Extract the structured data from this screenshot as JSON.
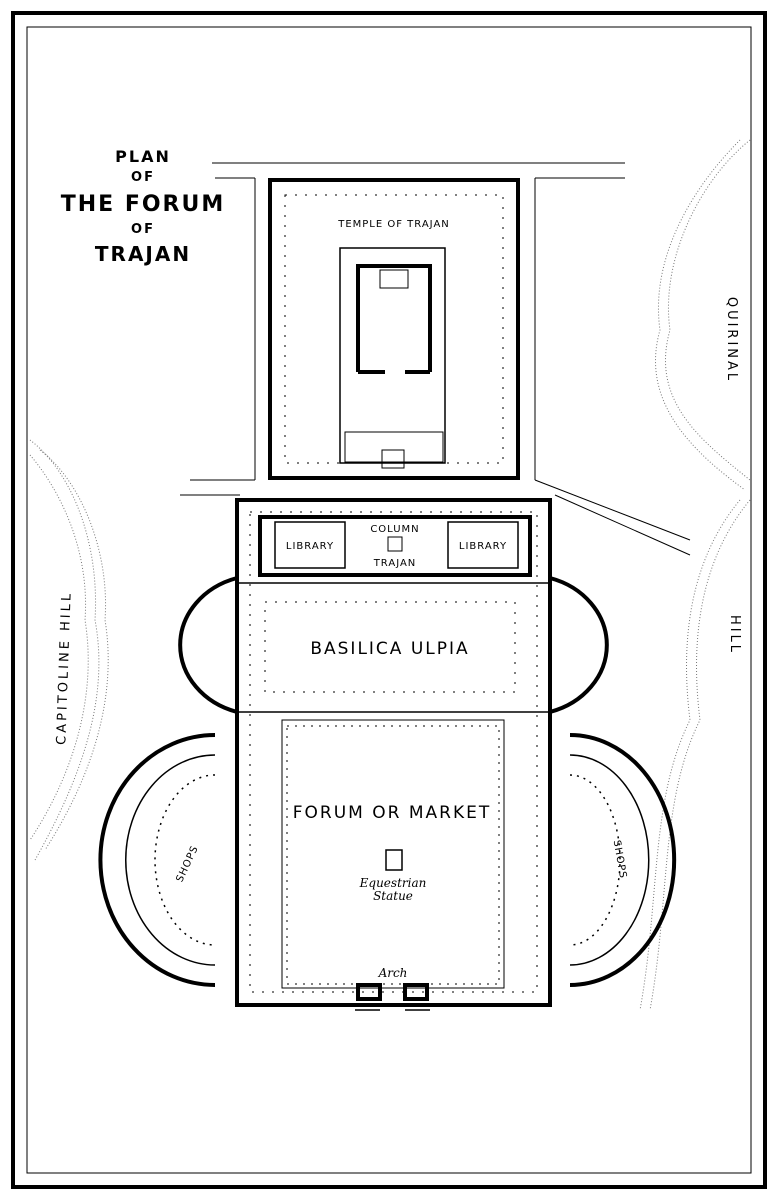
{
  "title": {
    "line1": "PLAN",
    "line2": "OF",
    "line3": "THE FORUM",
    "line4": "OF",
    "line5": "TRAJAN"
  },
  "labels": {
    "temple": "TEMPLE OF TRAJAN",
    "library_left": "LIBRARY",
    "library_right": "LIBRARY",
    "column": "COLUMN",
    "column_name": "TRAJAN",
    "basilica": "BASILICA ULPIA",
    "forum": "FORUM OR MARKET",
    "statue_line1": "Equestrian",
    "statue_line2": "Statue",
    "arch": "Arch",
    "shops_left": "SHOPS",
    "shops_right": "SHOPS"
  },
  "hills": {
    "capitoline": "CAPITOLINE HILL",
    "quirinal": "QUIRINAL",
    "quirinal_hill": "HILL"
  }
}
